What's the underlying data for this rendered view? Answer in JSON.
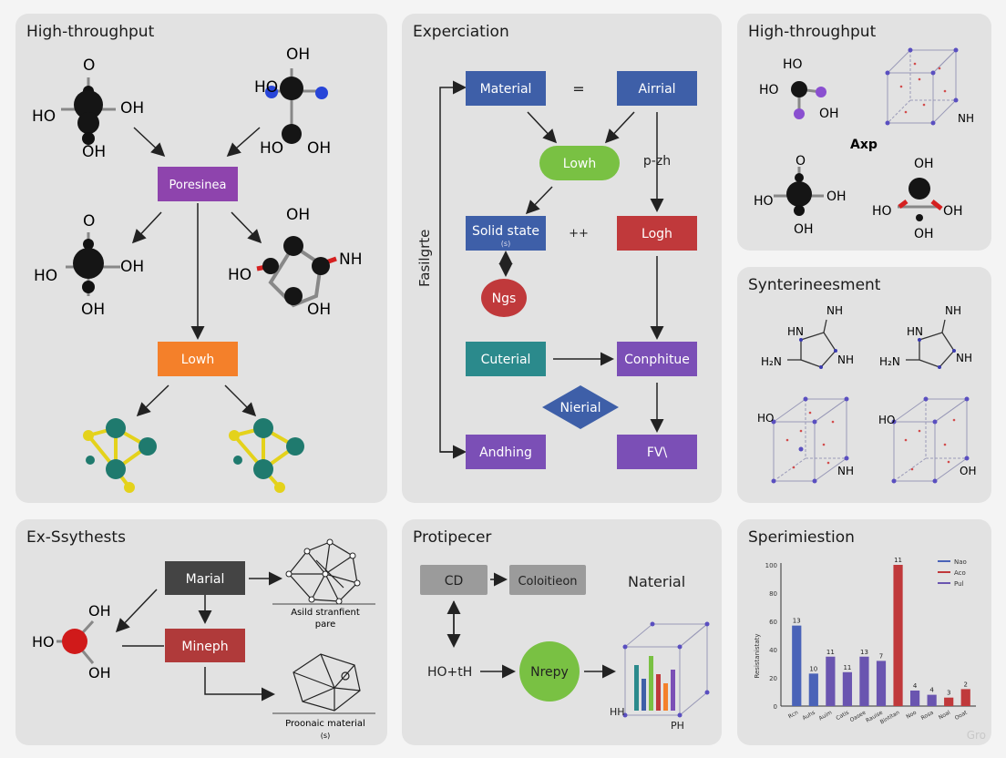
{
  "panels": {
    "p1": {
      "title": "High-throughput",
      "node_top": "Poresinea",
      "node_bottom": "Lowh",
      "labels": {
        "o": "O",
        "oh": "OH",
        "ho": "HO",
        "nh": "NH"
      }
    },
    "p2": {
      "title": "Experciation",
      "side_label": "Fasilgrte",
      "equals": "=",
      "plus": "++",
      "p_label": "p-zh",
      "nodes": {
        "material": "Material",
        "airrial": "Airrial",
        "lowh": "Lowh",
        "solid": "Solid state",
        "solid_sub": "(s)",
        "logh": "Logh",
        "ngs": "Ngs",
        "cuterial": "Cuterial",
        "conphitue": "Conphitue",
        "nierial": "Nierial",
        "andhing": "Andhing",
        "fv": "FV\\"
      }
    },
    "p3": {
      "title": "High-throughput",
      "axp": "Axp",
      "labels": {
        "ho": "HO",
        "oh": "OH",
        "o": "O",
        "nh": "NH"
      }
    },
    "p4": {
      "title": "Synterineesment",
      "labels": {
        "hn": "HN",
        "nh": "NH",
        "h2n": "H₂N",
        "ho": "HO",
        "oh": "OH"
      }
    },
    "p5": {
      "title": "Ex-Ssythests",
      "nodes": {
        "marial": "Marial",
        "mineph": "Mineph"
      },
      "caption1": "Asild stranfient",
      "caption1b": "pare",
      "caption2": "Proonaic material",
      "caption2b": "(s)",
      "labels": {
        "oh": "OH",
        "ho": "HO"
      }
    },
    "p6": {
      "title": "Protipecer",
      "nodes": {
        "cd": "CD",
        "colo": "Coloitieon",
        "nrepy": "Nrepy"
      },
      "natial": "Naterial",
      "ho_th": "HO+tH",
      "hh": "HH",
      "ph": "PH"
    },
    "p7": {
      "title": "Sperimiestion",
      "watermark": "Gro"
    }
  },
  "colors": {
    "purple": "#8e44ad",
    "orange": "#f4802a",
    "blue": "#3e5fa8",
    "green": "#79c143",
    "red": "#c0393b",
    "teal": "#2b8a8c",
    "violet": "#7b4fb6",
    "dark": "#444444",
    "gray": "#9b9b9b"
  },
  "chart_data": {
    "type": "bar",
    "ylabel": "Resistanistaty",
    "ylim": [
      0,
      100
    ],
    "yticks": [
      0,
      20,
      40,
      60,
      80,
      100
    ],
    "categories": [
      "Rcn",
      "Auhs",
      "Auim",
      "Catis",
      "Oasee",
      "Rauise",
      "Bintitan",
      "Noo",
      "Rosa",
      "Noal",
      "Ooat"
    ],
    "values": [
      57,
      23,
      35,
      24,
      35,
      32,
      100,
      11,
      8,
      6,
      12
    ],
    "bar_labels": [
      "13",
      "10",
      "11",
      "11",
      "13",
      "7",
      "11",
      "4",
      "4",
      "3",
      "2"
    ],
    "bar_colors": [
      "#4a63b8",
      "#4a63b8",
      "#6a55b0",
      "#6a55b0",
      "#6a55b0",
      "#6a55b0",
      "#c0393b",
      "#6a55b0",
      "#6a55b0",
      "#c0393b",
      "#c0393b"
    ],
    "legend": [
      {
        "name": "Nao",
        "color": "#4a63b8"
      },
      {
        "name": "Aco",
        "color": "#c0393b"
      },
      {
        "name": "Pul",
        "color": "#6a55b0"
      }
    ]
  }
}
